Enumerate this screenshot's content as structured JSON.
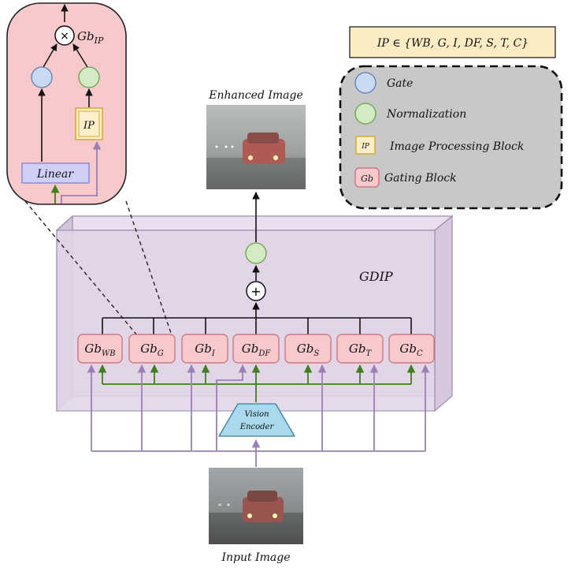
{
  "zoom": {
    "label_main": "Gb",
    "label_sub": "IP",
    "multiply_symbol": "×",
    "ip_block_label": "IP",
    "linear_label": "Linear"
  },
  "legend": {
    "set_definition": "IP ∈ {WB, G, I, DF, S, T, C}",
    "items": [
      {
        "name": "gate",
        "label": "Gate"
      },
      {
        "name": "normalization",
        "label": "Normalization"
      },
      {
        "name": "image-processing-block",
        "icon_text": "IP",
        "label": "Image Processing Block"
      },
      {
        "name": "gating-block",
        "icon_text": "Gb",
        "label": "Gating Block"
      }
    ]
  },
  "output_image_label": "Enhanced Image",
  "input_image_label": "Input Image",
  "gdip_label": "GDIP",
  "sum_symbol": "+",
  "encoder": {
    "line1": "Vision",
    "line2": "Encoder"
  },
  "gating_blocks": [
    {
      "main": "Gb",
      "sub": "WB"
    },
    {
      "main": "Gb",
      "sub": "G"
    },
    {
      "main": "Gb",
      "sub": "I"
    },
    {
      "main": "Gb",
      "sub": "DF"
    },
    {
      "main": "Gb",
      "sub": "S"
    },
    {
      "main": "Gb",
      "sub": "T"
    },
    {
      "main": "Gb",
      "sub": "C"
    }
  ],
  "colors": {
    "gate_fill": "#c9d9f2",
    "norm_fill": "#d3ebc4",
    "gb_fill": "#f7c9cc",
    "zoom_bg": "#f8c9cb",
    "gdip_box": "#e3d5e8",
    "legend_bg": "#c8c8c8",
    "ip_fill": "#fcf0c8",
    "linear_fill": "#cfcff7",
    "encoder_fill": "#a8d9ec",
    "green_arrow": "#3f7f1a",
    "purple_arrow": "#9b7fb8"
  }
}
